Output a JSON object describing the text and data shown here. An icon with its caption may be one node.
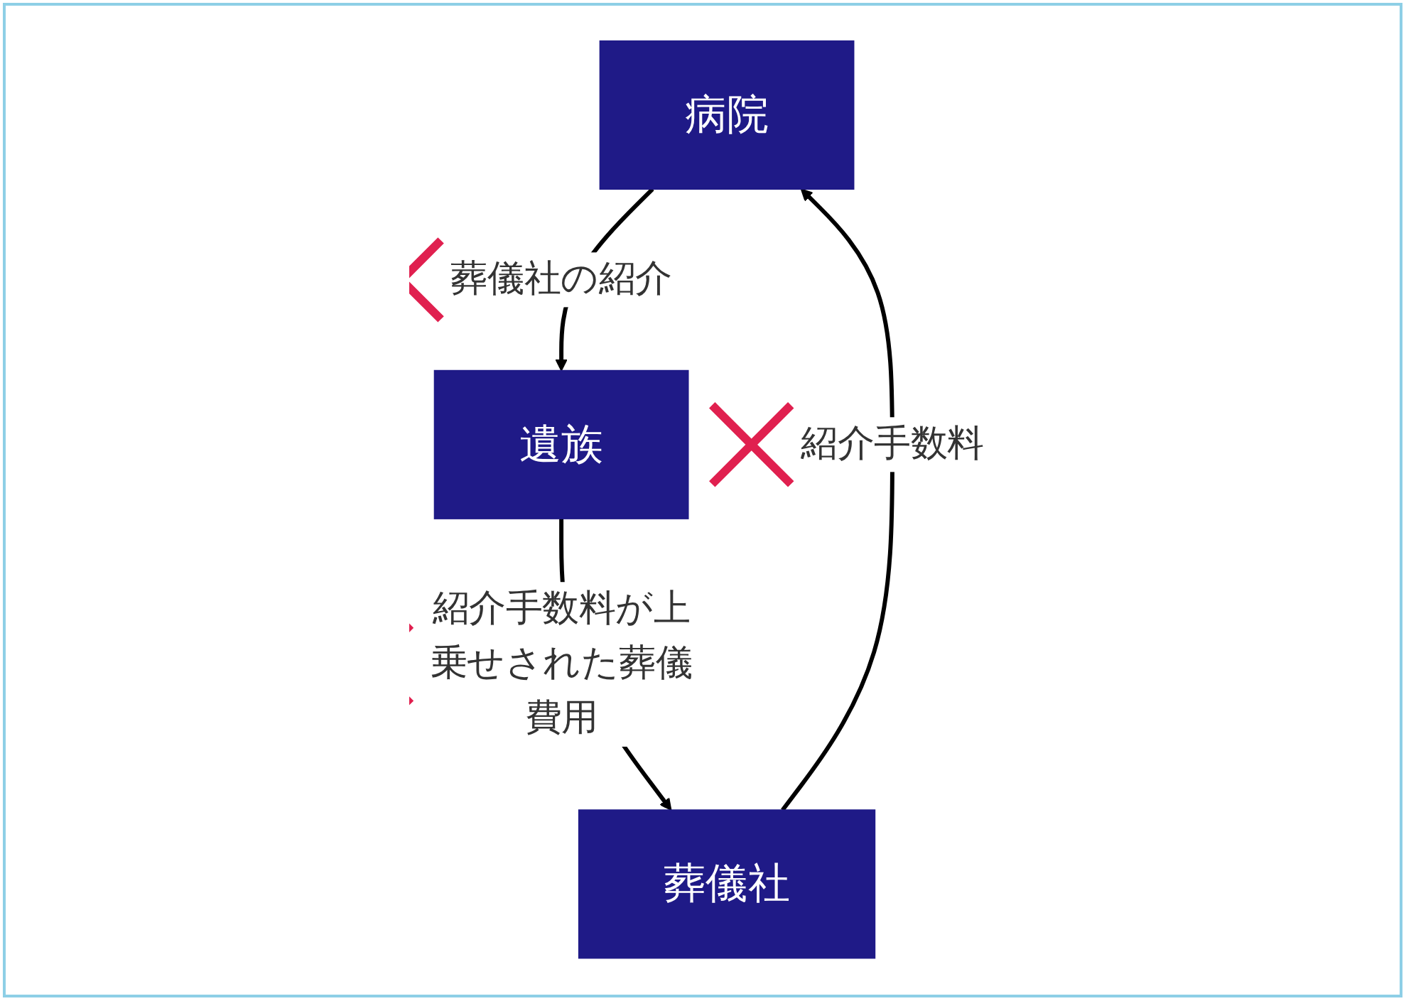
{
  "diagram": {
    "nodes": [
      {
        "text": [
          "病院"
        ]
      },
      {
        "text": [
          "遺族"
        ]
      },
      {
        "text": [
          "葬儀社"
        ]
      }
    ],
    "edges": [
      {
        "from": 0,
        "to": 1,
        "arrow": "to",
        "label": "葬儀社の紹介"
      },
      {
        "from": 1,
        "to": 2,
        "arrow": "to",
        "label": "紹介手数料が上乗せされた葬儀費用"
      },
      {
        "from": 2,
        "to": 0,
        "arrow": "to",
        "label": "紹介手数料"
      }
    ]
  }
}
